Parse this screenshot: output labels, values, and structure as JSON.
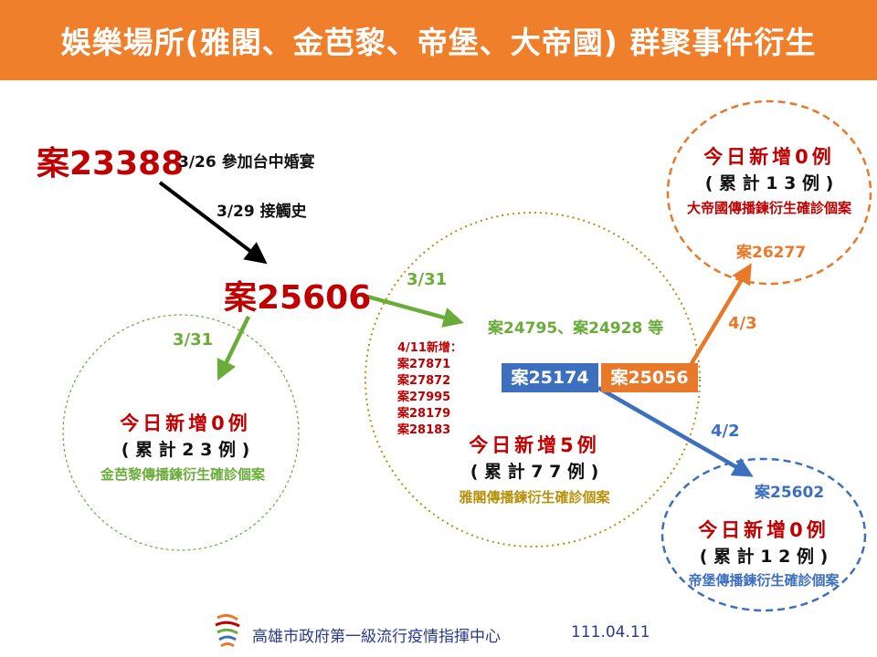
{
  "header": {
    "title": "娛樂場所(雅閣、金芭黎、帝堡、大帝國) 群聚事件衍生"
  },
  "case_a": {
    "id": "案23388",
    "note": "3/26 參加台中婚宴"
  },
  "arrow_a_label": "3/29 接觸史",
  "case_b": {
    "id": "案25606"
  },
  "jinbali": {
    "date": "3/31",
    "today": "今日新增0例",
    "total": "( 累 計 2 3 例 )",
    "desc": "金芭黎傳播鍊衍生確診個案"
  },
  "yage": {
    "date": "3/31",
    "cases": "案24795、案24928 等",
    "new_list_title": "4/11新增：",
    "new_list": [
      "案27871",
      "案27872",
      "案27995",
      "案28179",
      "案28183"
    ],
    "today": "今日新增5例",
    "total": "( 累 計 7 7 例 )",
    "desc": "雅閣傳播鍊衍生確診個案"
  },
  "box_blue": "案25174",
  "box_orange": "案25056",
  "dadiguo": {
    "date": "4/3",
    "case": "案26277",
    "today": "今日新增0例",
    "total": "( 累 計 1 3 例 )",
    "desc": "大帝國傳播鍊衍生確診個案"
  },
  "dibao": {
    "date": "4/2",
    "case": "案25602",
    "today": "今日新增0例",
    "total": "( 累 計 1 2 例 )",
    "desc": "帝堡傳播鍊衍生確診個案"
  },
  "footer": {
    "org": "高雄市政府第一級流行疫情指揮中心",
    "date": "111.04.11",
    "logo": "kaohsiung-logo-icon"
  },
  "colors": {
    "header": "#f07f2c",
    "red": "#c00000",
    "green": "#6aac3a",
    "gold": "#b8900a",
    "orange": "#e8792b",
    "blue": "#3d6fbf"
  }
}
